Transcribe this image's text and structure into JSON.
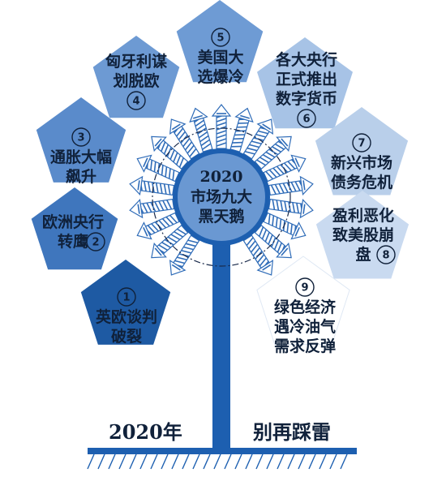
{
  "center": {
    "line1": "2020",
    "line2": "市场九大",
    "line3": "黑天鹅"
  },
  "items": [
    {
      "num": "1",
      "lines": [
        "英欧谈判",
        "破裂"
      ],
      "color": "#1e5aa3",
      "text": "dark"
    },
    {
      "num": "2",
      "lines": [
        "欧洲央行",
        "转鹰"
      ],
      "color": "#3f76bd",
      "text": "dark"
    },
    {
      "num": "3",
      "lines": [
        "通胀大幅",
        "飙升"
      ],
      "color": "#5a8bcb",
      "text": "dark"
    },
    {
      "num": "4",
      "lines": [
        "匈牙利谋",
        "划脱欧"
      ],
      "color": "#6d9ad3",
      "text": "dark"
    },
    {
      "num": "5",
      "lines": [
        "美国大",
        "选爆冷"
      ],
      "color": "#6e9bd4",
      "text": "dark"
    },
    {
      "num": "6",
      "lines": [
        "各大央行",
        "正式推出",
        "数字货币"
      ],
      "color": "#a7c3e6",
      "text": "dark"
    },
    {
      "num": "7",
      "lines": [
        "新兴市场",
        "债务危机"
      ],
      "color": "#b9cfea",
      "text": "dark"
    },
    {
      "num": "8",
      "lines": [
        "盈利恶化",
        "致美股崩",
        "盘"
      ],
      "color": "#c9daf0",
      "text": "dark"
    },
    {
      "num": "9",
      "lines": [
        "绿色经济",
        "遇冷油气",
        "需求反弹"
      ],
      "color": "#ffffff",
      "text": "dark"
    }
  ],
  "bottom": {
    "left": "2020年",
    "right": "别再踩雷"
  },
  "colors": {
    "trunk": "#1d5fb0",
    "arrow": "#2f6cb8",
    "ground": "#1d5fb0"
  }
}
